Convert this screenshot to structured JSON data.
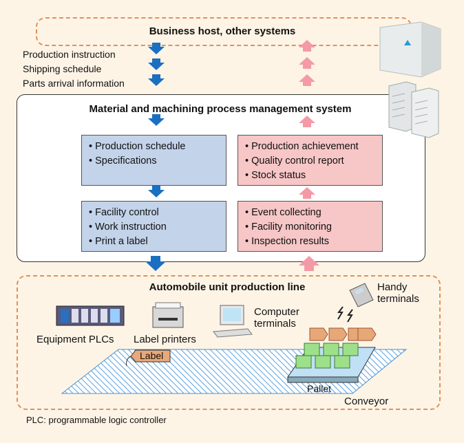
{
  "host": {
    "title": "Business host, other systems"
  },
  "inputs": [
    "Production instruction",
    "Shipping schedule",
    "Parts arrival information"
  ],
  "mgmt": {
    "title": "Material and machining process management system",
    "top_left": [
      "Production schedule",
      "Specifications"
    ],
    "top_right": [
      "Production achievement",
      "Quality control report",
      "Stock status"
    ],
    "bottom_left": [
      "Facility control",
      "Work instruction",
      "Print a label"
    ],
    "bottom_right": [
      "Event collecting",
      "Facility monitoring",
      "Inspection results"
    ]
  },
  "line": {
    "title": "Automobile unit production line",
    "equipment_plcs": "Equipment PLCs",
    "label_printers": "Label printers",
    "computer_terminals_1": "Computer",
    "computer_terminals_2": "terminals",
    "handy_1": "Handy",
    "handy_2": "terminals",
    "label_tag": "Label",
    "pallet": "Pallet",
    "conveyor": "Conveyor"
  },
  "footnote": "PLC: programmable logic controller",
  "colors": {
    "down_arrow": "#1a6fc1",
    "up_arrow": "#f49aa6",
    "dash": "#e0905a",
    "blue_box": "#c3d3ea",
    "pink_box": "#f7c6c6"
  }
}
